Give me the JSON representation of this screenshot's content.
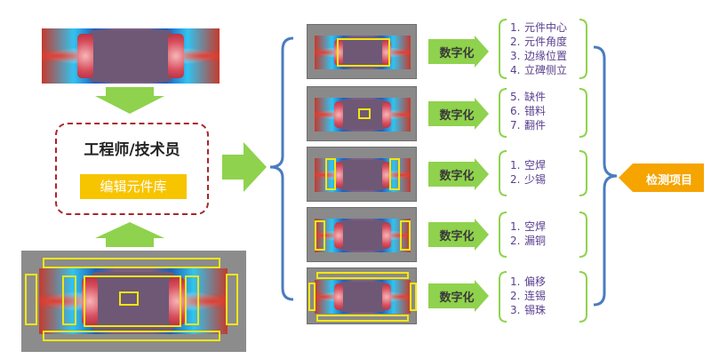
{
  "left_column": {
    "engineer_label": "工程师/技术员",
    "library_button": "编辑元件库"
  },
  "rows": [
    {
      "digitize": "数字化",
      "items": [
        {
          "num": "1.",
          "text": "元件中心"
        },
        {
          "num": "2.",
          "text": "元件角度"
        },
        {
          "num": "3.",
          "text": "边缘位置"
        },
        {
          "num": "4.",
          "text": "立碑侧立"
        }
      ]
    },
    {
      "digitize": "数字化",
      "items": [
        {
          "num": "5.",
          "text": "缺件"
        },
        {
          "num": "6.",
          "text": "错料"
        },
        {
          "num": "7.",
          "text": "翻件"
        }
      ]
    },
    {
      "digitize": "数字化",
      "items": [
        {
          "num": "1.",
          "text": "空焊"
        },
        {
          "num": "2.",
          "text": "少锡"
        }
      ]
    },
    {
      "digitize": "数字化",
      "items": [
        {
          "num": "1.",
          "text": "空焊"
        },
        {
          "num": "2.",
          "text": "漏铜"
        }
      ]
    },
    {
      "digitize": "数字化",
      "items": [
        {
          "num": "1.",
          "text": "偏移"
        },
        {
          "num": "2.",
          "text": "连锡"
        },
        {
          "num": "3.",
          "text": "锡珠"
        }
      ]
    }
  ],
  "detection_label": "检测项目",
  "colors": {
    "arrow_green": "#8fd24d",
    "bracket_blue": "#4a7cc0",
    "highlight_yellow": "#f4e610",
    "label_orange": "#f5a400",
    "library_yellow": "#f7c400",
    "dashed_red": "#a8262a",
    "list_text_purple": "#5a3f8f"
  }
}
